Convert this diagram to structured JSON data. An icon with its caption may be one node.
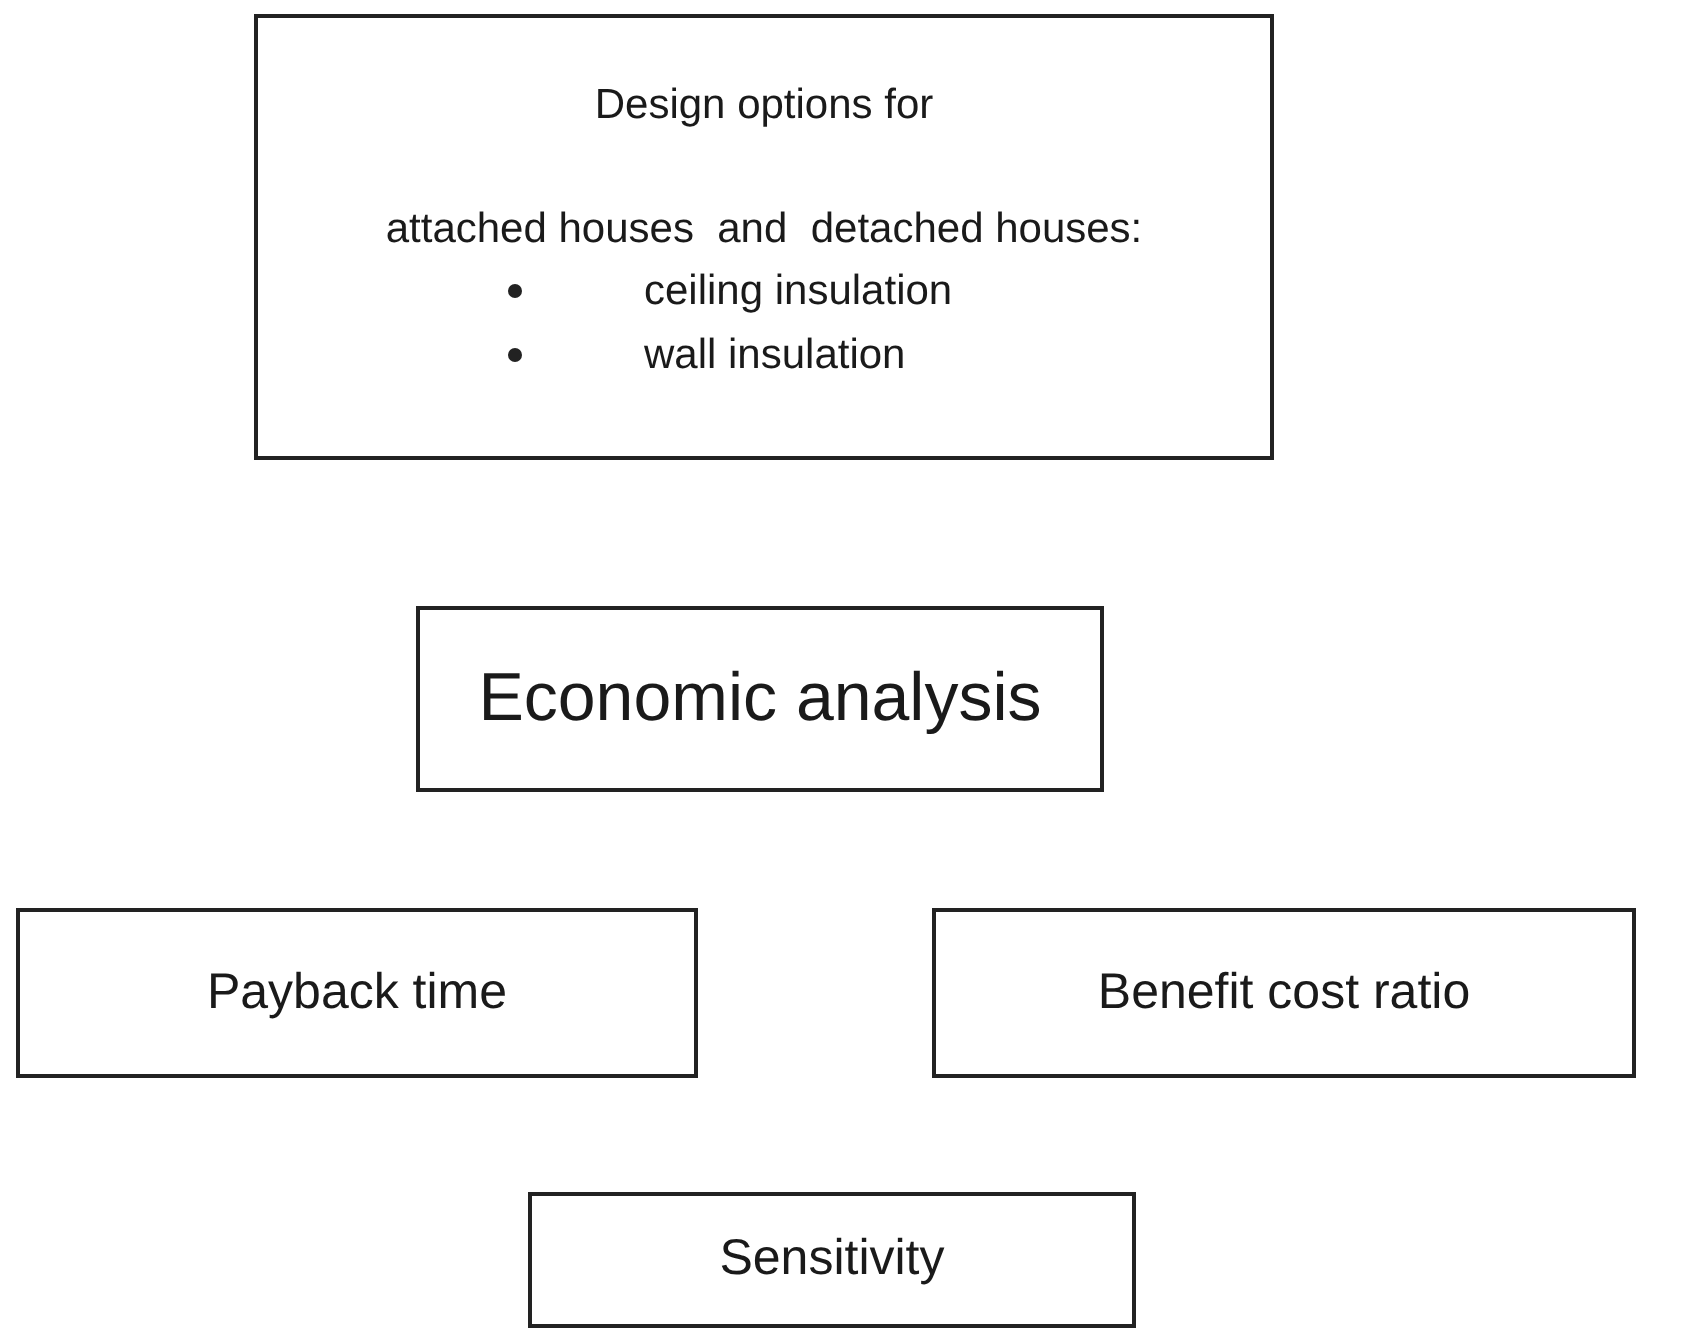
{
  "diagram": {
    "nodes": [
      {
        "text": [
          "Design options for",
          "attached houses  and  detached houses:",
          "ceiling insulation",
          "wall insulation"
        ]
      },
      {
        "text": [
          "Economic analysis"
        ]
      },
      {
        "text": [
          "Payback time"
        ]
      },
      {
        "text": [
          "Benefit cost ratio"
        ]
      },
      {
        "text": [
          "Sensitivity"
        ]
      }
    ]
  }
}
